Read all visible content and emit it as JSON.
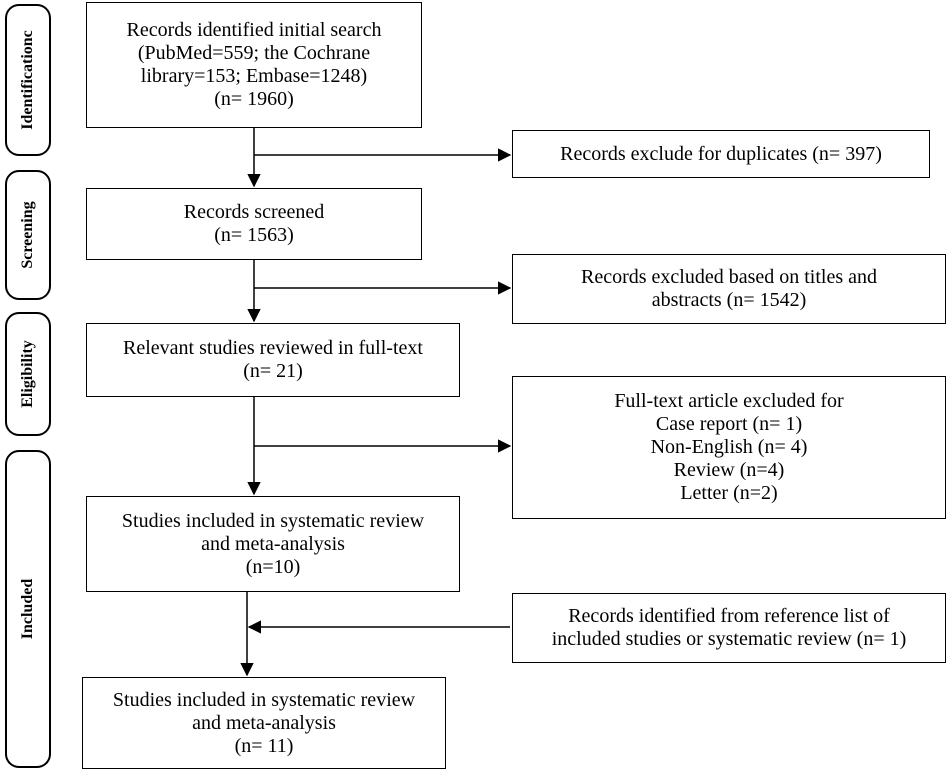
{
  "stages": {
    "identification": "Identificationc",
    "screening": "Screening",
    "eligibility": "Eligibility",
    "included": "Included"
  },
  "boxes": {
    "initial_search": [
      "Records identified initial search",
      "(PubMed=559; the Cochrane",
      "library=153; Embase=1248)",
      "(n= 1960)"
    ],
    "duplicates": [
      "Records exclude for duplicates (n= 397)"
    ],
    "screened": [
      "Records screened",
      "(n= 1563)"
    ],
    "excluded_titles": [
      "Records excluded based on titles and",
      "abstracts (n= 1542)"
    ],
    "fulltext": [
      "Relevant studies reviewed in full-text",
      "(n= 21)"
    ],
    "fulltext_excluded": [
      "Full-text article excluded for",
      "Case report (n= 1)",
      "Non-English (n= 4)",
      "Review (n=4)",
      "Letter (n=2)"
    ],
    "included_10": [
      "Studies included in systematic review",
      "and meta-analysis",
      "(n=10)"
    ],
    "reference_list": [
      "Records identified from reference list of",
      "included studies or systematic review (n= 1)"
    ],
    "included_11": [
      "Studies included in systematic review",
      "and meta-analysis",
      "(n= 11)"
    ]
  }
}
